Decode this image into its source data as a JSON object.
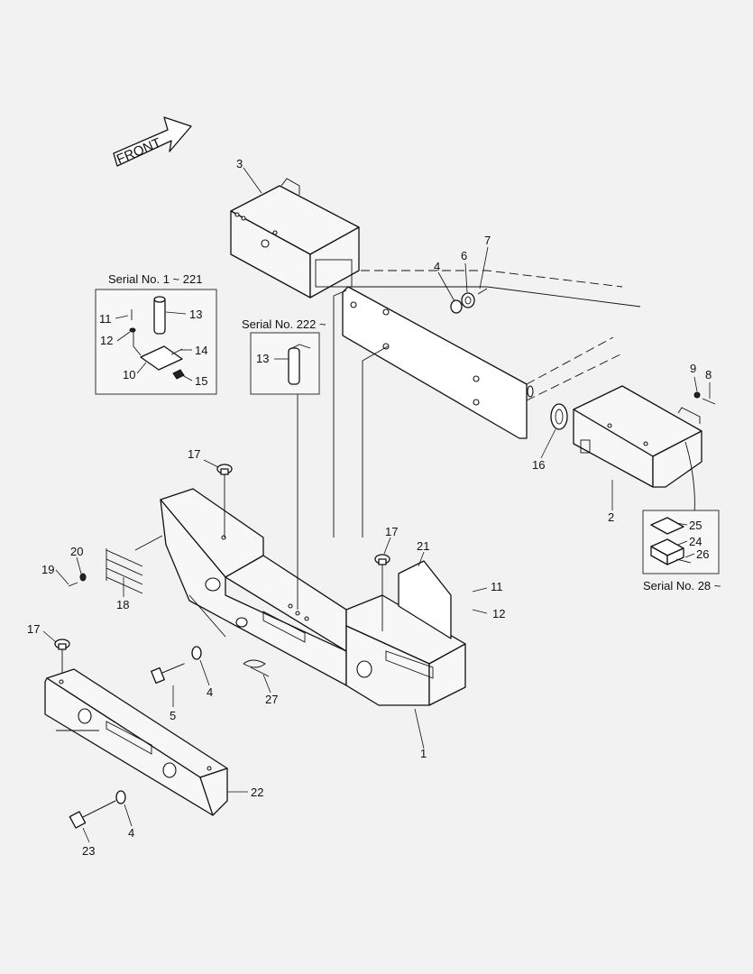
{
  "front_label": "FRONT",
  "serial_notes": {
    "range_1_221": "Serial No. 1 ~ 221",
    "from_222": "Serial No. 222 ~",
    "from_28": "Serial No. 28 ~"
  },
  "callouts": {
    "c1": "1",
    "c2": "2",
    "c3": "3",
    "c4a": "4",
    "c4b": "4",
    "c4c": "4",
    "c5": "5",
    "c6": "6",
    "c7": "7",
    "c8": "8",
    "c9": "9",
    "c10": "10",
    "c11a": "11",
    "c11b": "11",
    "c12a": "12",
    "c12b": "12",
    "c13a": "13",
    "c13b": "13",
    "c14": "14",
    "c15": "15",
    "c16": "16",
    "c17a": "17",
    "c17b": "17",
    "c17c": "17",
    "c18": "18",
    "c19": "19",
    "c20": "20",
    "c21": "21",
    "c22": "22",
    "c23": "23",
    "c24": "24",
    "c25": "25",
    "c26": "26",
    "c27": "27"
  }
}
